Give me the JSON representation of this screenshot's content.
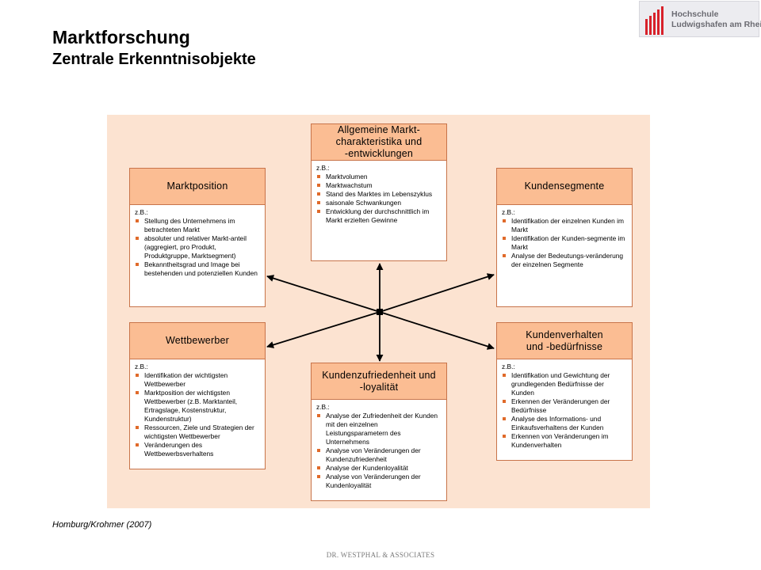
{
  "header": {
    "title": "Marktforschung",
    "subtitle": "Zentrale Erkenntnisobjekte"
  },
  "logo": {
    "line1": "Hochschule",
    "line2": "Ludwigshafen am Rhein",
    "color": "#d8212a"
  },
  "diagram": {
    "boxes": {
      "allgemein": {
        "title_lines": [
          "Allgemeine Markt-",
          "charakteristika und",
          "-entwicklungen"
        ],
        "intro": "z.B.:",
        "items": [
          "Marktvolumen",
          "Marktwachstum",
          "Stand des Marktes im Lebenszyklus",
          "saisonale Schwankungen",
          "Entwicklung der durchschnittlich im Markt erzielten Gewinne"
        ]
      },
      "marktposition": {
        "title_lines": [
          "Marktposition"
        ],
        "intro": "z.B.:",
        "items": [
          "Stellung des Unternehmens im betrachteten Markt",
          "absoluter und relativer Markt-anteil (aggregiert, pro Produkt, Produktgruppe, Marktsegment)",
          "Bekanntheitsgrad und Image bei bestehenden und potenziellen Kunden"
        ]
      },
      "kundensegmente": {
        "title_lines": [
          "Kundensegmente"
        ],
        "intro": "z.B.:",
        "items": [
          "Identifikation der einzelnen Kunden im Markt",
          "Identifikation der Kunden-segmente im Markt",
          "Analyse der Bedeutungs-veränderung der einzelnen Segmente"
        ]
      },
      "wettbewerber": {
        "title_lines": [
          "Wettbewerber"
        ],
        "intro": "z.B.:",
        "items": [
          "Identifikation der wichtigsten Wettbewerber",
          "Marktposition der wichtigsten Wettbewerber (z.B. Marktanteil, Ertragslage, Kostenstruktur, Kundenstruktur)",
          "Ressourcen, Ziele und Strategien der wichtigsten Wettbewerber",
          "Veränderungen des Wettbewerbsverhaltens"
        ]
      },
      "kundenzufriedenheit": {
        "title_lines": [
          "Kundenzufriedenheit und",
          "-loyalität"
        ],
        "intro": "z.B.:",
        "items": [
          "Analyse der Zufriedenheit der Kunden mit den einzelnen Leistungsparametern des Unternehmens",
          "Analyse von Veränderungen der Kundenzufriedenheit",
          "Analyse der Kundenloyalität",
          "Analyse von Veränderungen der Kundenloyalität"
        ]
      },
      "kundenverhalten": {
        "title_lines": [
          "Kundenverhalten",
          "und -bedürfnisse"
        ],
        "intro": "z.B.:",
        "items": [
          "Identifikation und Gewichtung der grundlegenden Bedürfnisse der Kunden",
          "Erkennen der Veränderungen der Bedürfnisse",
          "Analyse des Informations- und Einkaufsverhaltens der Kunden",
          "Erkennen von Veränderungen im Kundenverhalten"
        ]
      }
    }
  },
  "source": "Homburg/Krohmer  (2007)",
  "footer": "DR. WESTPHAL & ASSOCIATES"
}
